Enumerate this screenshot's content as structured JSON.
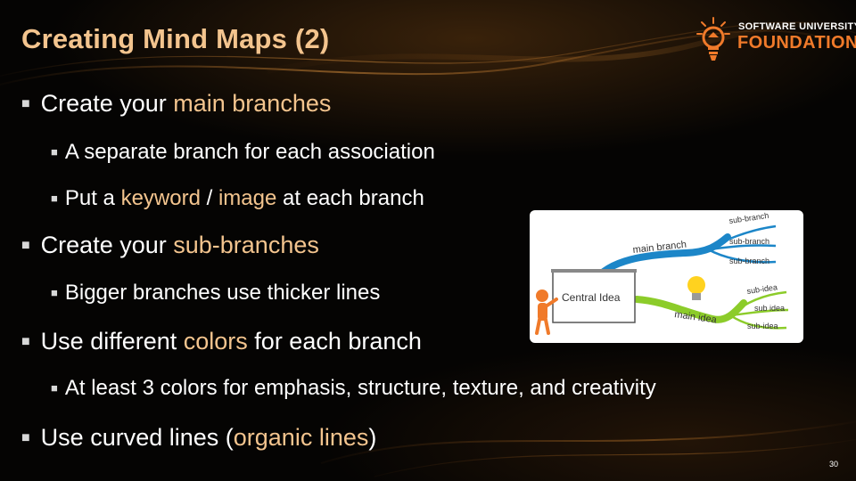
{
  "slide": {
    "title": "Creating Mind Maps (2)",
    "page_number": "30"
  },
  "logo": {
    "top_text": "SOFTWARE UNIVERSITY",
    "main_text": "FOUNDATION"
  },
  "bullets": {
    "b1": {
      "pre": "Create your ",
      "hl": "main branches",
      "post": ""
    },
    "b1a": {
      "text": "A separate branch for each association"
    },
    "b1b": {
      "pre": "Put a ",
      "hl1": "keyword",
      "mid": " / ",
      "hl2": "image",
      "post": " at each branch"
    },
    "b2": {
      "pre": "Create your ",
      "hl": "sub-branches",
      "post": ""
    },
    "b2a": {
      "text": "Bigger branches use thicker lines"
    },
    "b3": {
      "pre": "Use different ",
      "hl": "colors",
      "post": " for each branch"
    },
    "b3a": {
      "text": "At least 3 colors for emphasis, structure, texture, and creativity"
    },
    "b4": {
      "pre": "Use curved lines (",
      "hl": "organic lines",
      "post": ")"
    }
  },
  "mindmap": {
    "central": "Central Idea",
    "main_branch": "main branch",
    "main_idea": "main idea",
    "sub_branch_1": "sub-branch",
    "sub_branch_2": "sub-branch",
    "sub_branch_3": "sub-branch",
    "sub_idea_1": "sub-idea",
    "sub_idea_2": "sub idea",
    "sub_idea_3": "sub-idea"
  },
  "colors": {
    "title": "#f3c48e",
    "highlight": "#f3c48e",
    "logo_orange": "#f07a2a",
    "branch_blue": "#1c86c8",
    "branch_green": "#8ccc2a"
  },
  "icons": {
    "bullet": "square-bullet",
    "logo": "lightbulb-logo-icon",
    "figure": "presenter-figure-icon",
    "bulb": "lightbulb-icon"
  }
}
